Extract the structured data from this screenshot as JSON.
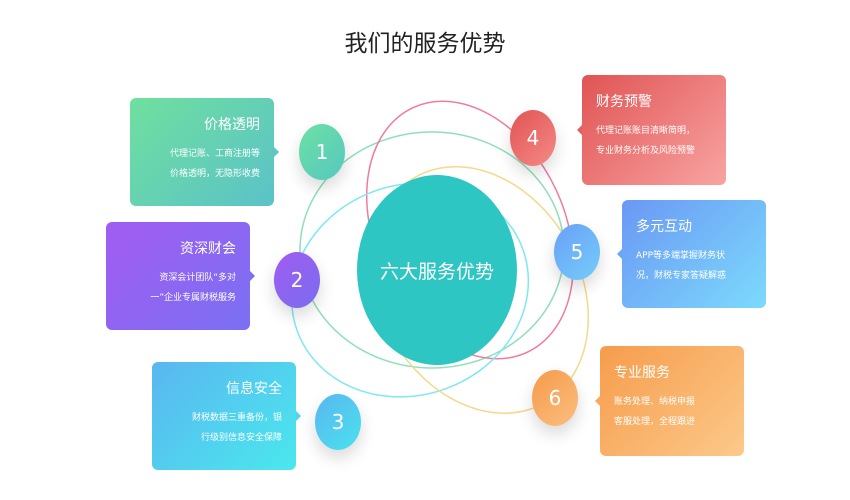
{
  "title": "我们的服务优势",
  "center_label": "六大服务优势",
  "items": [
    {
      "num": "1",
      "heading": "价格透明",
      "lines": [
        "代理记账、工商注册等",
        "价格透明，无隐形收费"
      ],
      "color": "#5fd0ae"
    },
    {
      "num": "2",
      "heading": "资深财会",
      "lines": [
        "资深会计团队“多对",
        "一”企业专属财税服务"
      ],
      "color": "#8a62f0"
    },
    {
      "num": "3",
      "heading": "信息安全",
      "lines": [
        "财税数据三重备份，银",
        "行级别信息安全保障"
      ],
      "color": "#50c8ee"
    },
    {
      "num": "4",
      "heading": "财务预警",
      "lines": [
        "代理记账账目清晰简明，",
        "专业财务分析及风险预警"
      ],
      "color": "#e86666"
    },
    {
      "num": "5",
      "heading": "多元互动",
      "lines": [
        "APP等多端掌握财务状",
        "况，财税专家答疑解惑"
      ],
      "color": "#6aaaf6"
    },
    {
      "num": "6",
      "heading": "专业服务",
      "lines": [
        "账务处理、纳税申报",
        "客服处理，全程跟进"
      ],
      "color": "#f7a65a"
    }
  ]
}
